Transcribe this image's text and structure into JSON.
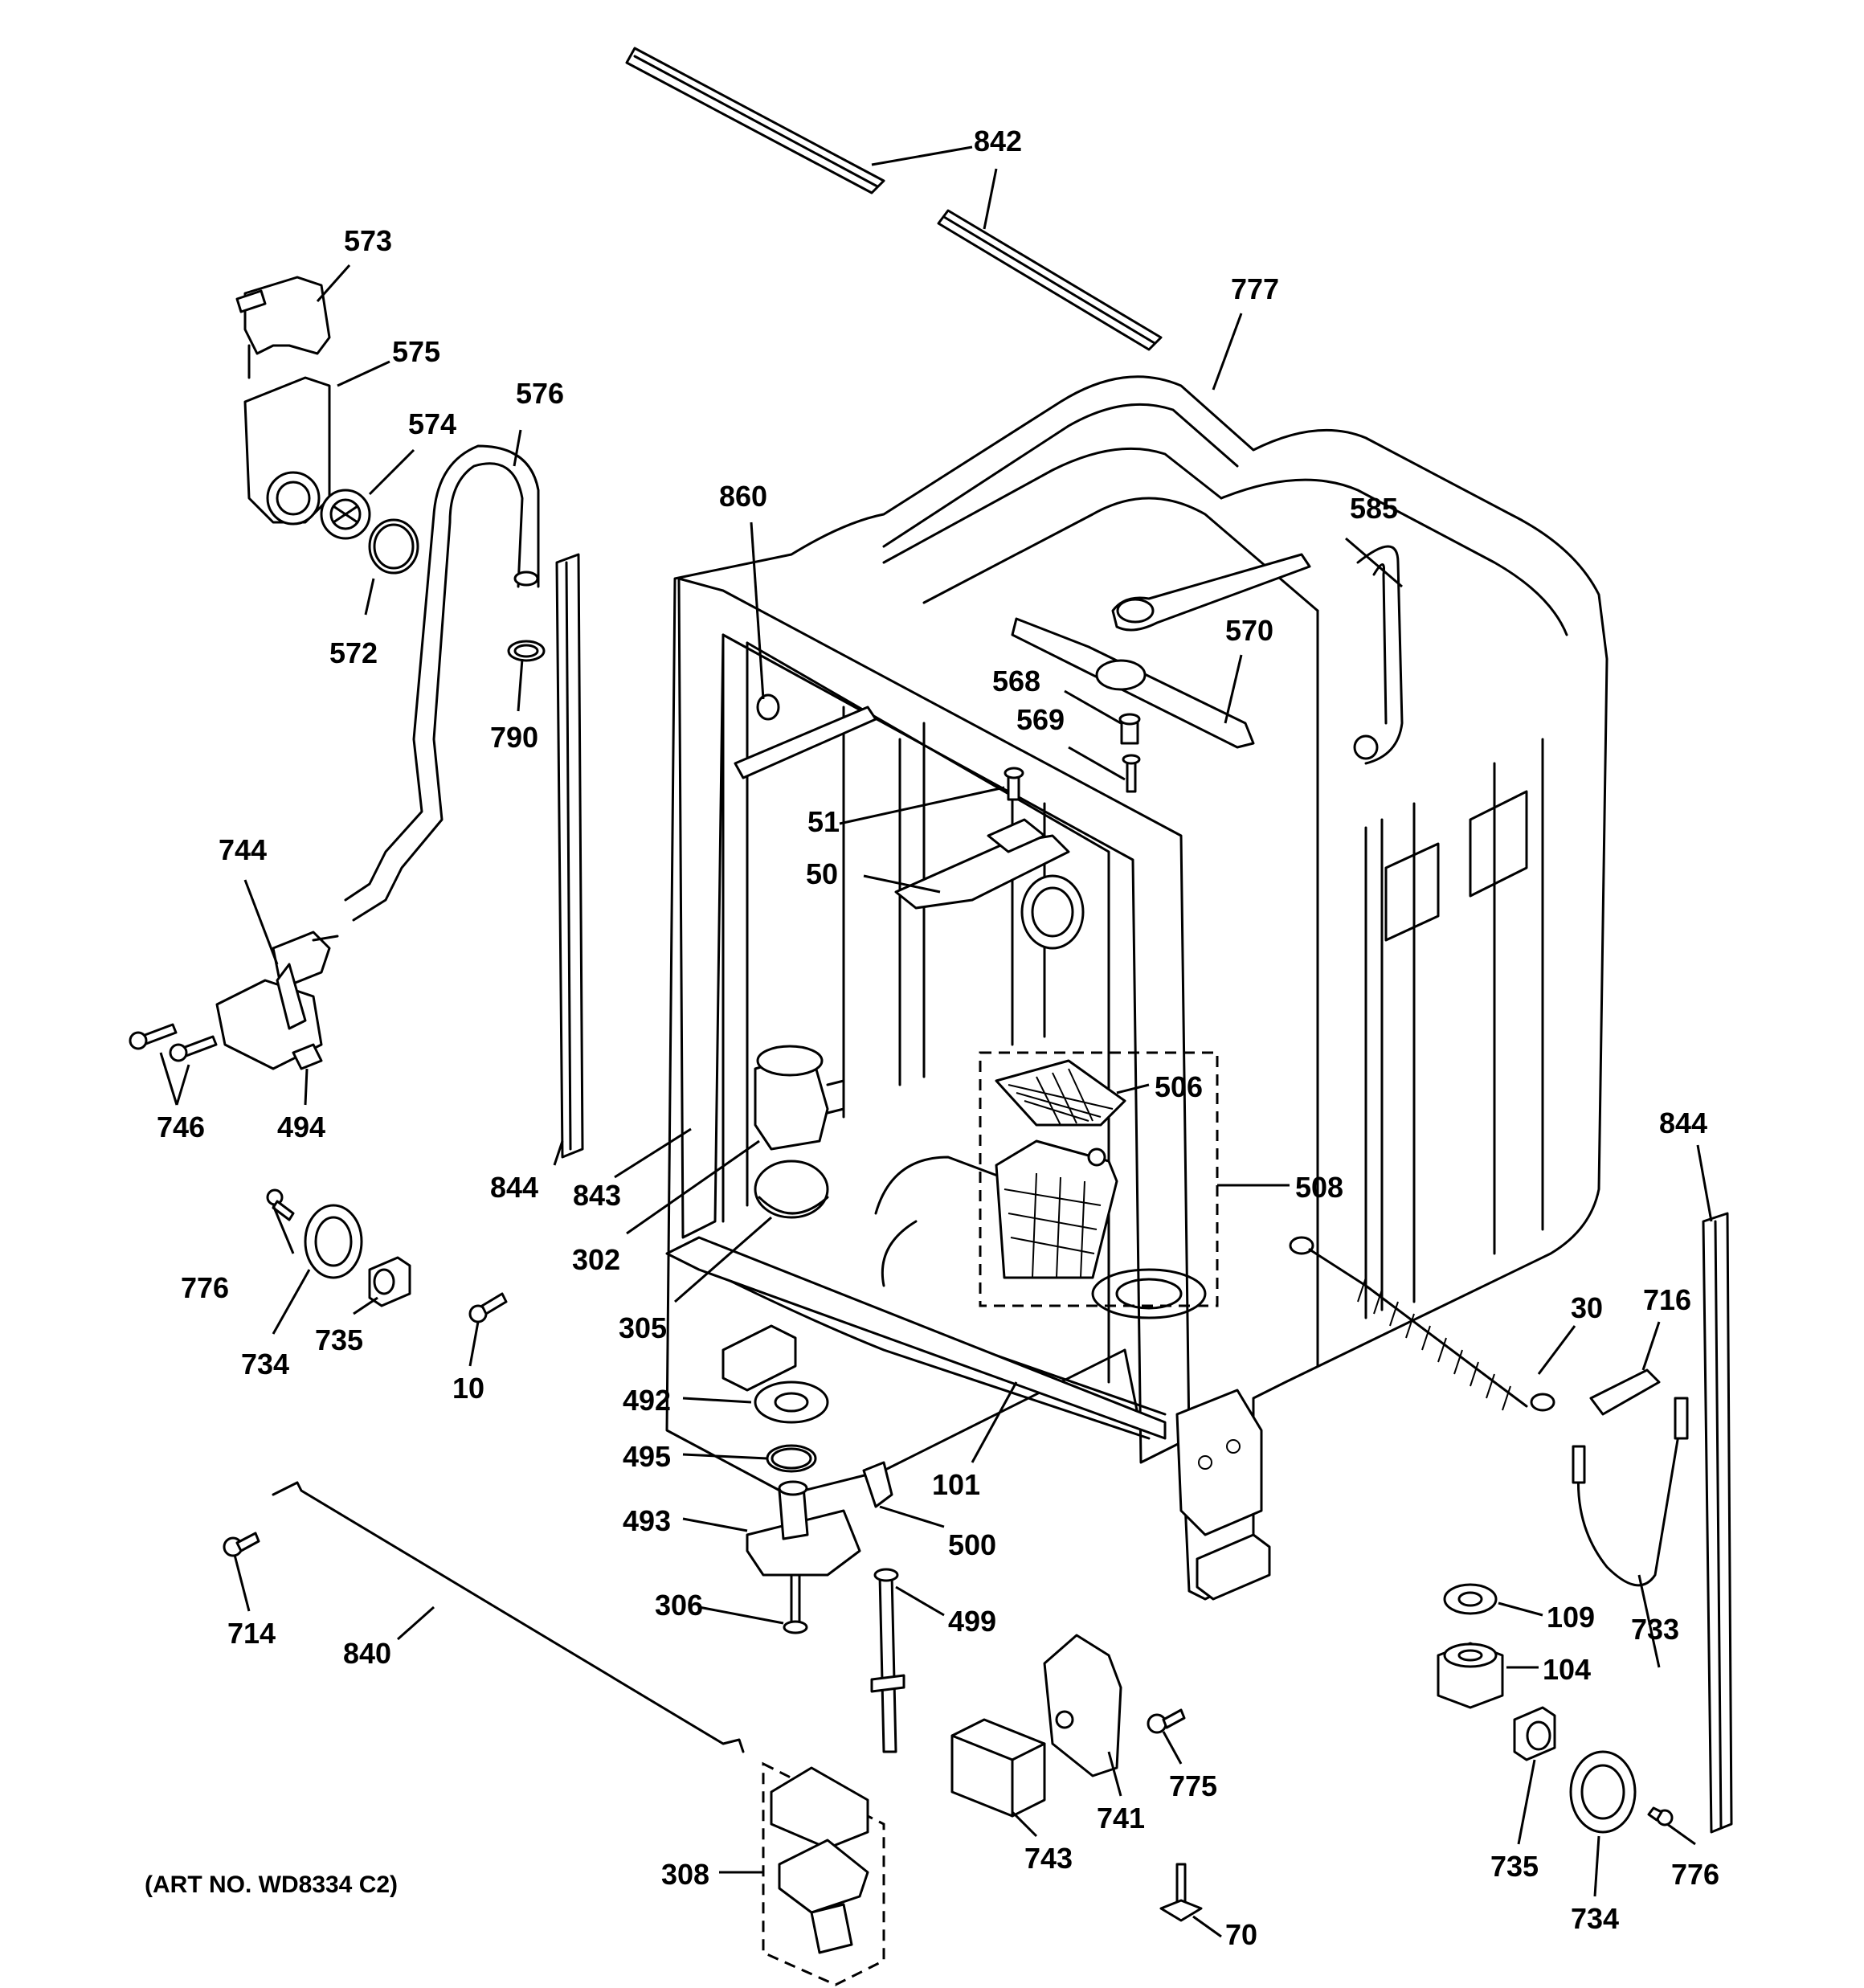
{
  "art_number": "(ART NO. WD8334 C2)",
  "callouts": {
    "c842": "842",
    "c573": "573",
    "c777": "777",
    "c575": "575",
    "c576": "576",
    "c574": "574",
    "c860": "860",
    "c585": "585",
    "c572": "572",
    "c570": "570",
    "c568": "568",
    "c790": "790",
    "c569": "569",
    "c51": "51",
    "c744": "744",
    "c50": "50",
    "c506": "506",
    "c746": "746",
    "c494": "494",
    "c844_left": "844",
    "c843": "843",
    "c508": "508",
    "c844_right": "844",
    "c302": "302",
    "c776_left": "776",
    "c30": "30",
    "c716": "716",
    "c305": "305",
    "c734_left": "734",
    "c735_left": "735",
    "c10": "10",
    "c492": "492",
    "c101": "101",
    "c495": "495",
    "c493": "493",
    "c500": "500",
    "c306": "306",
    "c499": "499",
    "c714": "714",
    "c840": "840",
    "c109": "109",
    "c733": "733",
    "c104": "104",
    "c775": "775",
    "c741": "741",
    "c743": "743",
    "c308": "308",
    "c735_right": "735",
    "c734_right": "734",
    "c776_right": "776",
    "c70": "70"
  }
}
